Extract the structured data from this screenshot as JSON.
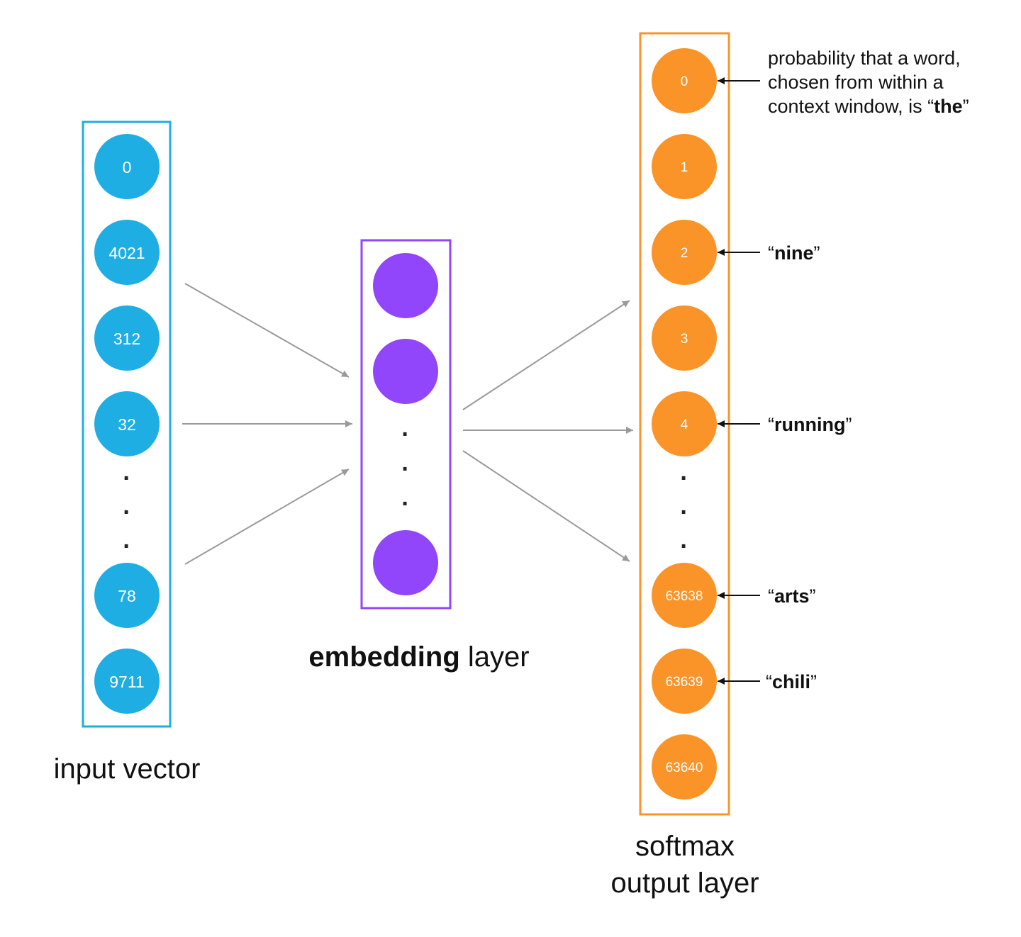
{
  "colors": {
    "input": "#1eaee4",
    "embedding": "#9146fb",
    "output": "#fb9428",
    "arrow_gray": "#9a9a9a",
    "arrow_black": "#111111"
  },
  "input_vector": {
    "label": "input vector",
    "nodes": [
      "0",
      "4021",
      "312",
      "32",
      "78",
      "9711"
    ],
    "ellipsis": [
      "·",
      "·",
      "·"
    ]
  },
  "embedding_layer": {
    "label_bold": "embedding",
    "label_rest": " layer",
    "ellipsis": [
      "·",
      "·",
      "·"
    ]
  },
  "output_layer": {
    "label_line1": "softmax",
    "label_line2": "output layer",
    "nodes": [
      "0",
      "1",
      "2",
      "3",
      "4",
      "63638",
      "63639",
      "63640"
    ],
    "ellipsis": [
      "·",
      "·",
      "·"
    ]
  },
  "annotations": {
    "the_line1": "probability that a word,",
    "the_line2": "chosen from within a",
    "the_line3_prefix": "context window, is “",
    "the_word": "the",
    "the_suffix": "”",
    "open_quote": "“",
    "close_quote": "”",
    "words": [
      "nine",
      "running",
      "arts",
      "chili"
    ]
  }
}
